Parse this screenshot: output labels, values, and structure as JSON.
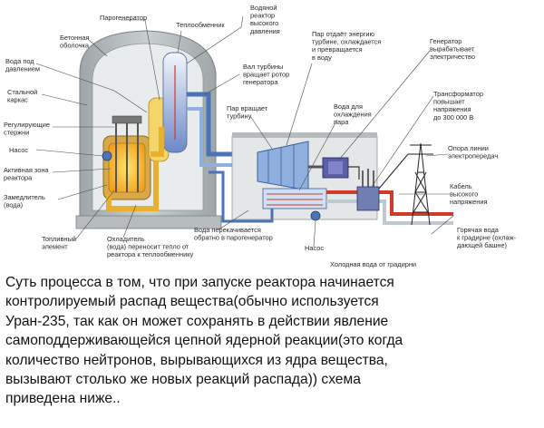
{
  "labels": {
    "steam_generator": "Парогенератор",
    "heat_exchanger": "Теплообменник",
    "pressurized_water_reactor": [
      "Водяной",
      "реактор",
      "высокого",
      "давления"
    ],
    "concrete_shell": [
      "Бетонная",
      "оболочка"
    ],
    "high_pressure_water": [
      "Вода под",
      "давлением"
    ],
    "steel_frame": [
      "Стальной",
      "каркас"
    ],
    "control_rods": [
      "Регулирующие",
      "стержни"
    ],
    "pump_left": "Насос",
    "active_zone": [
      "Активная зона",
      "реактора"
    ],
    "moderator": [
      "Замедлитель",
      "(вода)"
    ],
    "fuel_element": [
      "Топливный",
      "элемент"
    ],
    "coolant": [
      "Охладитель",
      "(вода) переносит тепло от",
      "реактора к теплообменнику"
    ],
    "turbine_shaft": [
      "Вал турбины",
      "вращает ротор",
      "генератора"
    ],
    "steam_turns_turbine": [
      "Пар вращает",
      "турбину"
    ],
    "steam_gives_energy": [
      "Пар отдаёт энергию",
      "турбине, охлаждается",
      "и превращается",
      "в воду"
    ],
    "generator_label": [
      "Генератор",
      "вырабатывает",
      "электричество"
    ],
    "cooling_water": [
      "Вода для",
      "охлаждения",
      "пара"
    ],
    "transformer": [
      "Трансформатор",
      "повышает",
      "напряжения",
      "до 300 000 В"
    ],
    "power_pole": [
      "Опора линии",
      "электропередач"
    ],
    "hv_cable": [
      "Кабель",
      "высокого",
      "напряжения"
    ],
    "water_pumped_back": [
      "Вода перекачивается",
      "обратно в парогенератор"
    ],
    "pump_right": "Насос",
    "hot_water": [
      "Горячая вода",
      "к градирне (охлаж-",
      "дающей башне)"
    ],
    "cold_water": "Холодная вода от градирни"
  },
  "caption_lines": [
    "Суть процесса в том, что при запуске реактора начинается",
    "контролируемый распад вещества(обычно используется",
    "Уран-235, так как он может сохранять в действии явление",
    "самоподдерживающейся цепной ядерной реакции(это когда",
    "количество нейтронов, вырывающихся из ядра вещества,",
    "вызывают столько же новых реакций распада)) схема",
    "приведена ниже.."
  ]
}
